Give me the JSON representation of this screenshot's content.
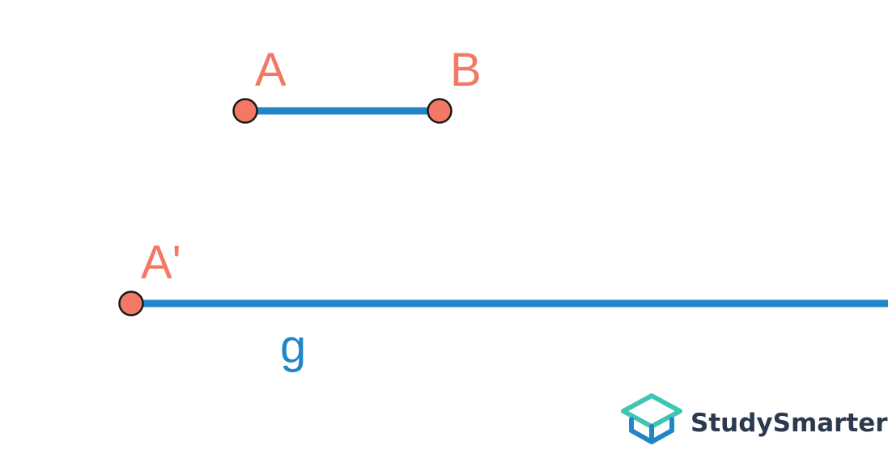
{
  "diagram": {
    "segment": {
      "start_label": "A",
      "end_label": "B"
    },
    "ray": {
      "start_label": "A'",
      "line_label": "g"
    }
  },
  "branding": {
    "name": "StudySmarter",
    "icon": "studysmarter-logo-icon"
  },
  "colors": {
    "line": "#1f86c8",
    "point_fill": "#f47863",
    "point_stroke": "#1a1a1a",
    "label": "#f47863",
    "line_label": "#1f86c8",
    "brand_text": "#2b3a4f",
    "logo_teal": "#3fc6b3",
    "logo_blue": "#1f86c8"
  }
}
